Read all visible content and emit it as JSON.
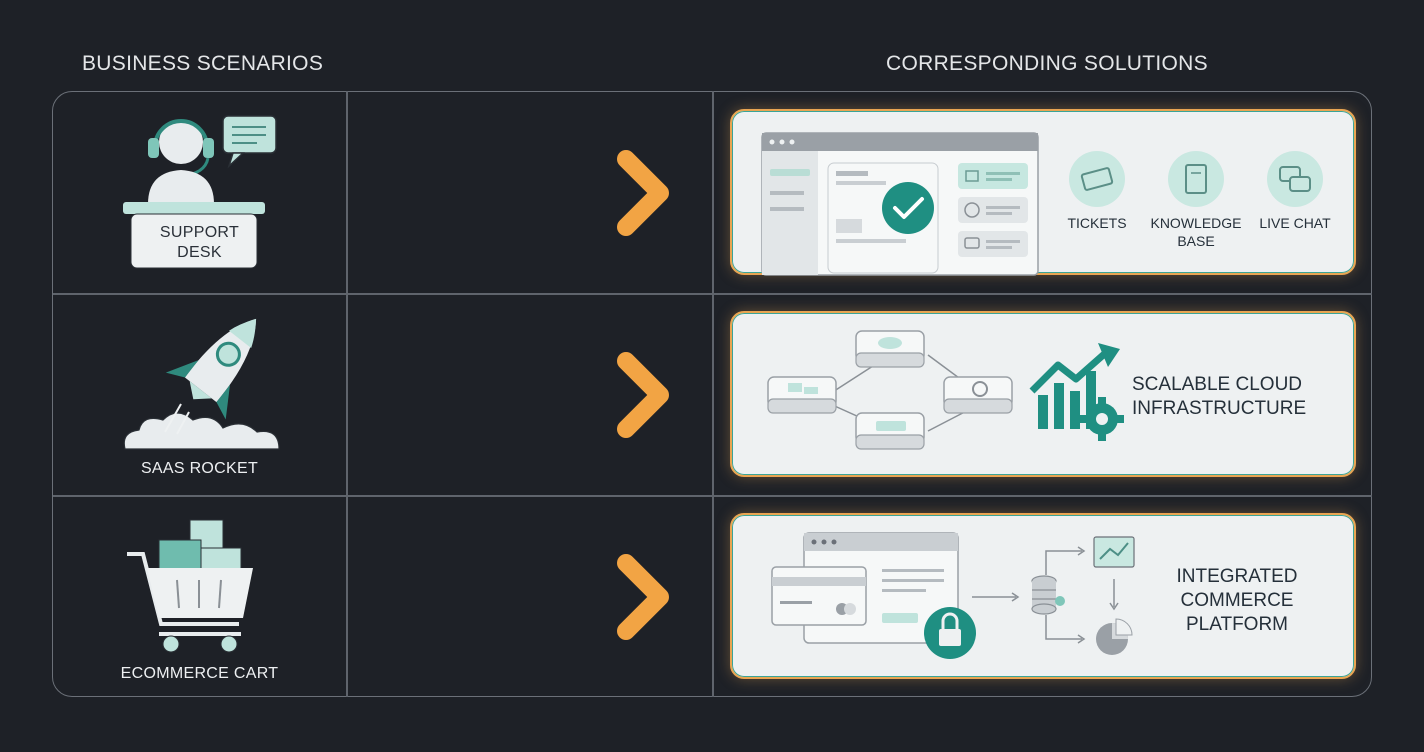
{
  "headers": {
    "left": "BUSINESS SCENARIOS",
    "right": "CORRESPONDING SOLUTIONS"
  },
  "rows": [
    {
      "scenario": {
        "line1": "SUPPORT",
        "line2": "DESK"
      },
      "solution": {
        "features": [
          {
            "icon": "ticket-icon",
            "label_line1": "TICKETS",
            "label_line2": ""
          },
          {
            "icon": "book-icon",
            "label_line1": "KNOWLEDGE",
            "label_line2": "BASE"
          },
          {
            "icon": "chat-bubbles-icon",
            "label_line1": "LIVE CHAT",
            "label_line2": ""
          }
        ]
      }
    },
    {
      "scenario": {
        "line1": "SAAS ROCKET"
      },
      "solution": {
        "line1": "SCALABLE CLOUD",
        "line2": "INFRASTRUCTURE"
      }
    },
    {
      "scenario": {
        "line1": "ECOMMERCE CART"
      },
      "solution": {
        "line1": "INTEGRATED",
        "line2": "COMMERCE",
        "line3": "PLATFORM"
      }
    }
  ],
  "colors": {
    "teal": "#1f8f82",
    "mint": "#bfe3dc",
    "orange": "#f2a444",
    "background": "#1e2127",
    "card": "#eef1f2"
  }
}
